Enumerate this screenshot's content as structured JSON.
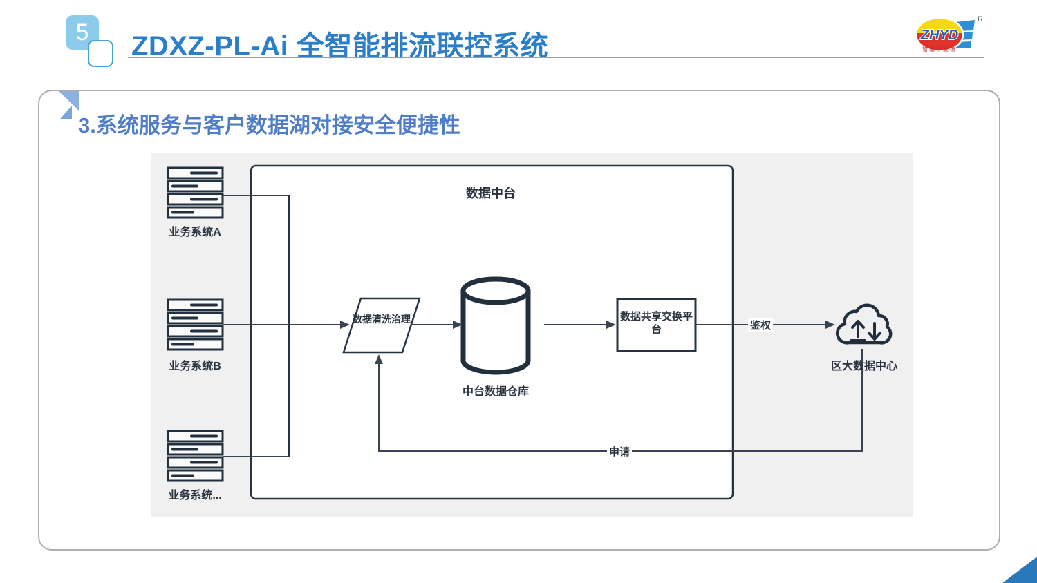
{
  "header": {
    "badge": "5",
    "title": "ZDXZ-PL-Ai 全智能排流联控系统",
    "logo": {
      "text": "ZHYD",
      "reg": "R",
      "subtext": "管道中亚德"
    }
  },
  "section": {
    "title": "3.系统服务与客户数据湖对接安全便捷性"
  },
  "diagram": {
    "platform_label": "数据中台",
    "servers": [
      {
        "label": "业务系统A"
      },
      {
        "label": "业务系统B"
      },
      {
        "label": "业务系统..."
      }
    ],
    "cleaning_label": "数据清洗治理",
    "warehouse_label": "中台数据仓库",
    "exchange_label": "数据共享交换平台",
    "cloud_label": "区大数据中心",
    "auth_label": "鉴权",
    "apply_label": "申请"
  },
  "colors": {
    "title_blue": "#2b7ec9",
    "section_blue": "#4f7dc7",
    "badge_blue": "#8ccbea",
    "shape_stroke": "#273342",
    "line_stroke": "#3a4350",
    "canvas_gray": "#f0f0f1",
    "corner_blue": "#2878ba",
    "logo_yellow": "#f6d908",
    "logo_red": "#e23128",
    "logo_blue": "#2f8fd4"
  }
}
